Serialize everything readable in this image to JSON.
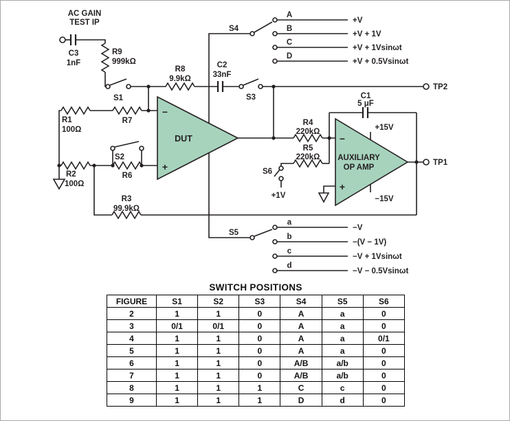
{
  "diagram": {
    "input": {
      "line1": "AC GAIN",
      "line2": "TEST IP"
    },
    "c3": {
      "name": "C3",
      "value": "1nF"
    },
    "r9": {
      "name": "R9",
      "value": "999kΩ"
    },
    "r1": {
      "name": "R1",
      "value": "100Ω"
    },
    "r7": {
      "name": "R7"
    },
    "r2": {
      "name": "R2",
      "value": "100Ω"
    },
    "r6": {
      "name": "R6"
    },
    "r3": {
      "name": "R3",
      "value": "99.9kΩ"
    },
    "r8": {
      "name": "R8",
      "value": "9.9kΩ"
    },
    "r4": {
      "name": "R4",
      "value": "220kΩ"
    },
    "r5": {
      "name": "R5",
      "value": "220kΩ"
    },
    "c2": {
      "name": "C2",
      "value": "33nF"
    },
    "c1": {
      "name": "C1",
      "value": "5 μF"
    },
    "s1": "S1",
    "s2": "S2",
    "s3": "S3",
    "s6": "S6",
    "dut": {
      "label": "DUT",
      "minus": "−",
      "plus": "+"
    },
    "aux": {
      "line1": "AUXILIARY",
      "line2": "OP AMP",
      "minus": "−",
      "plus": "+",
      "vpos": "+15V",
      "vneg": "−15V"
    },
    "bias": "+1V",
    "tp1": "TP1",
    "tp2": "TP2",
    "s4": {
      "label": "S4",
      "contacts": [
        "A",
        "B",
        "C",
        "D"
      ],
      "outputs": [
        "+V",
        "+V + 1V",
        "+V + 1Vsinωt",
        "+V + 0.5Vsinωt"
      ]
    },
    "s5": {
      "label": "S5",
      "contacts": [
        "a",
        "b",
        "c",
        "d"
      ],
      "outputs": [
        "−V",
        "−(V − 1V)",
        "−V + 1Vsinωt",
        "−V − 0.5Vsinωt"
      ]
    }
  },
  "table": {
    "title": "SWITCH POSITIONS",
    "headers": [
      "FIGURE",
      "S1",
      "S2",
      "S3",
      "S4",
      "S5",
      "S6"
    ],
    "rows": [
      [
        "2",
        "1",
        "1",
        "0",
        "A",
        "a",
        "0"
      ],
      [
        "3",
        "0/1",
        "0/1",
        "0",
        "A",
        "a",
        "0"
      ],
      [
        "4",
        "1",
        "1",
        "0",
        "A",
        "a",
        "0/1"
      ],
      [
        "5",
        "1",
        "1",
        "0",
        "A",
        "a",
        "0"
      ],
      [
        "6",
        "1",
        "1",
        "0",
        "A/B",
        "a/b",
        "0"
      ],
      [
        "7",
        "1",
        "1",
        "0",
        "A/B",
        "a/b",
        "0"
      ],
      [
        "8",
        "1",
        "1",
        "1",
        "C",
        "c",
        "0"
      ],
      [
        "9",
        "1",
        "1",
        "1",
        "D",
        "d",
        "0"
      ]
    ]
  },
  "colors": {
    "opamp-fill": "#a7d3bd",
    "line": "#231f20"
  }
}
